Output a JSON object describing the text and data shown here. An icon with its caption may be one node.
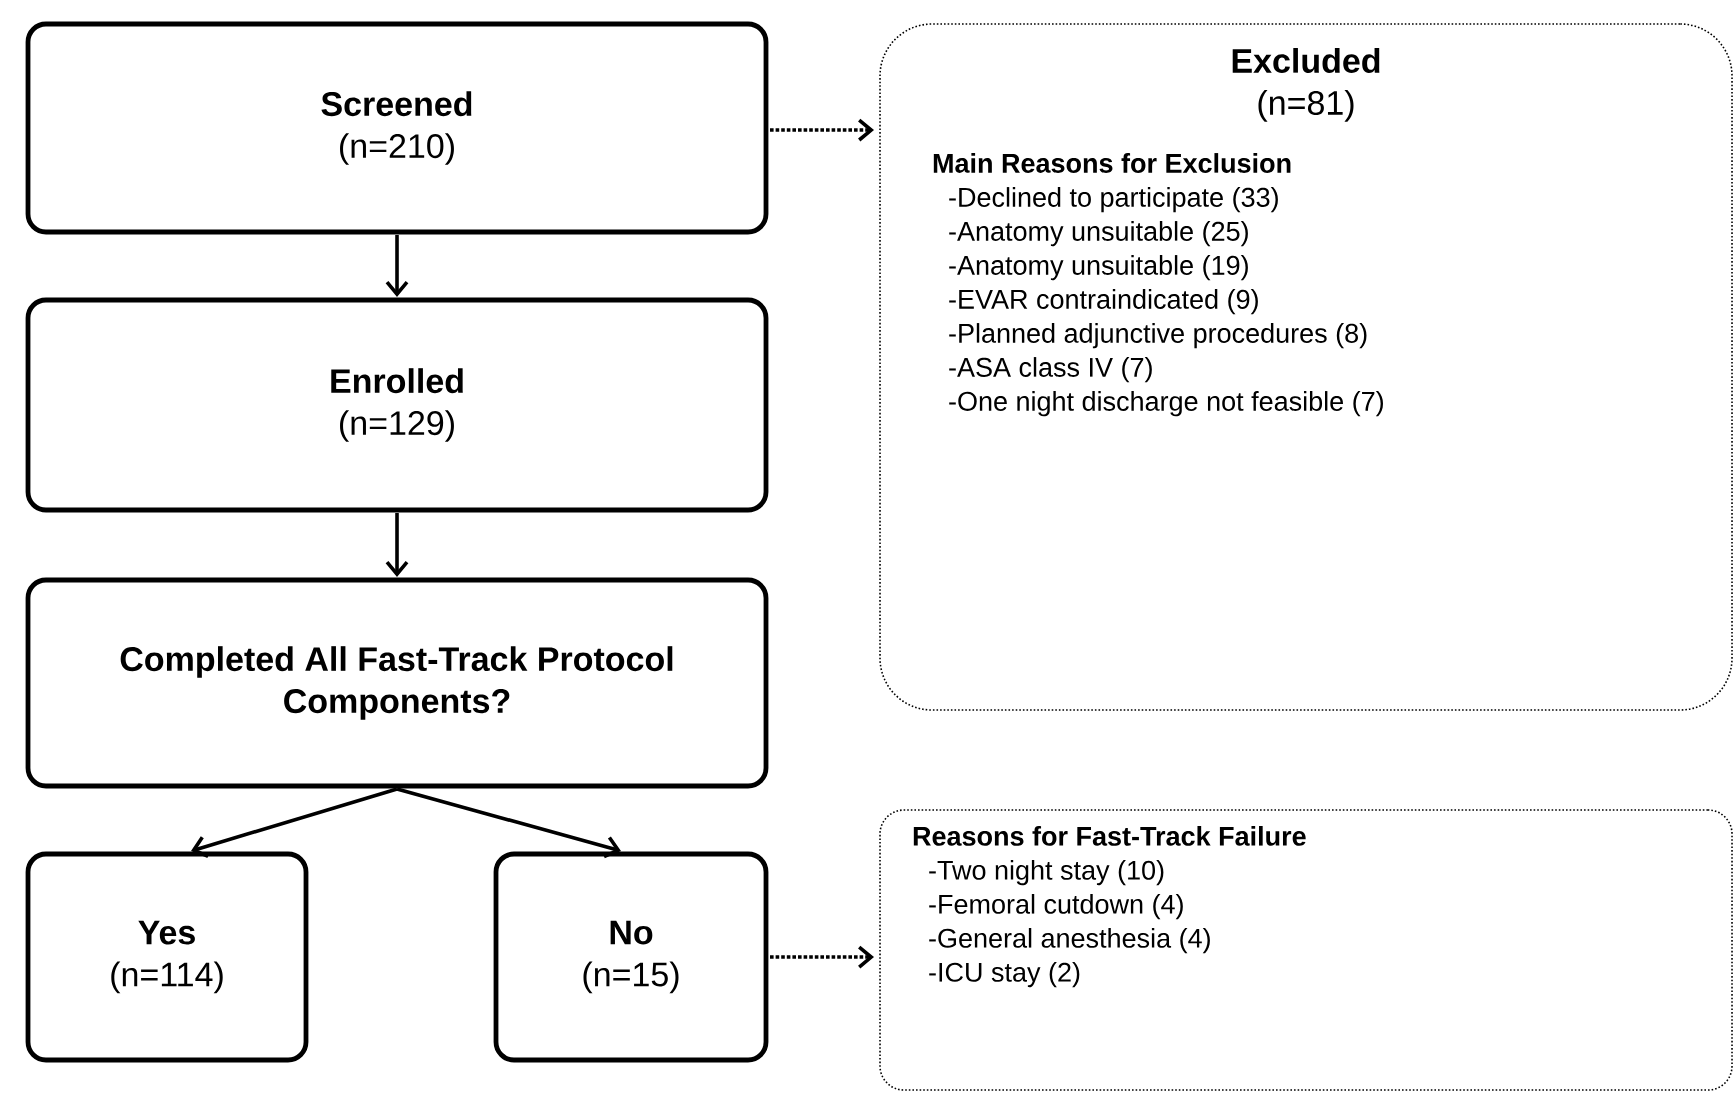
{
  "diagram": {
    "nodes": [
      {
        "text": [
          "Screened",
          "(n=210)"
        ]
      },
      {
        "text": [
          "Excluded",
          "(n=81)",
          "Main Reasons for Exclusion",
          "-Declined to participate (33)",
          "-Anatomy unsuitable (25)",
          "-Anatomy unsuitable (19)",
          "-EVAR contraindicated (9)",
          "-Planned adjunctive procedures (8)",
          "-ASA class IV (7)",
          "-One night discharge not feasible (7)"
        ]
      },
      {
        "text": [
          "Enrolled",
          "(n=129)"
        ]
      },
      {
        "text": [
          "Completed All Fast-Track Protocol Components?"
        ]
      },
      {
        "text": [
          "Yes",
          "(n=114)"
        ]
      },
      {
        "text": [
          "No",
          "(n=15)"
        ]
      },
      {
        "text": [
          "Reasons for Fast-Track Failure",
          "-Two night stay (10)",
          "-Femoral cutdown (4)",
          "-General anesthesia (4)",
          "-ICU stay (2)"
        ]
      }
    ],
    "edges": [
      {
        "from": 0,
        "to": 1,
        "arrow": "to",
        "style": "dashed"
      },
      {
        "from": 0,
        "to": 2,
        "arrow": "to"
      },
      {
        "from": 2,
        "to": 3,
        "arrow": "to"
      },
      {
        "from": 3,
        "to": 4,
        "arrow": "to"
      },
      {
        "from": 3,
        "to": 5,
        "arrow": "to"
      },
      {
        "from": 5,
        "to": 6,
        "arrow": "to",
        "style": "dashed"
      }
    ]
  }
}
